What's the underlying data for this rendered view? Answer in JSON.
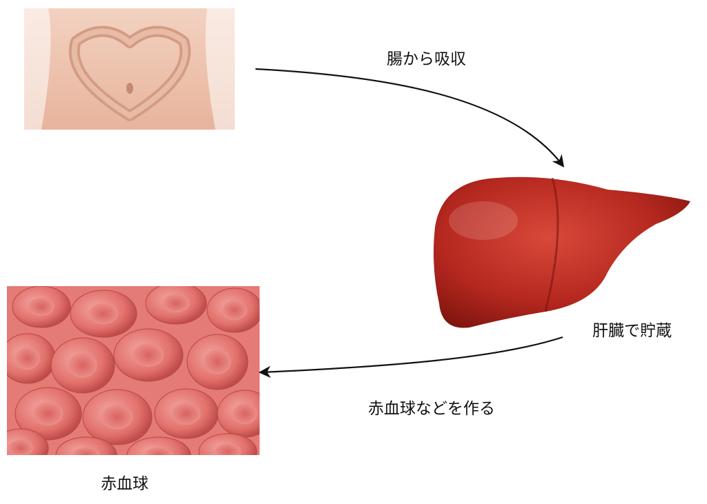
{
  "labels": {
    "absorb": "腸から吸収",
    "store": "肝臓で貯蔵",
    "produce": "赤血球などを作る",
    "rbc": "赤血球"
  },
  "images": {
    "belly": "hands-heart-on-belly-photo",
    "liver": "liver-illustration",
    "rbc": "red-blood-cells-photo"
  }
}
